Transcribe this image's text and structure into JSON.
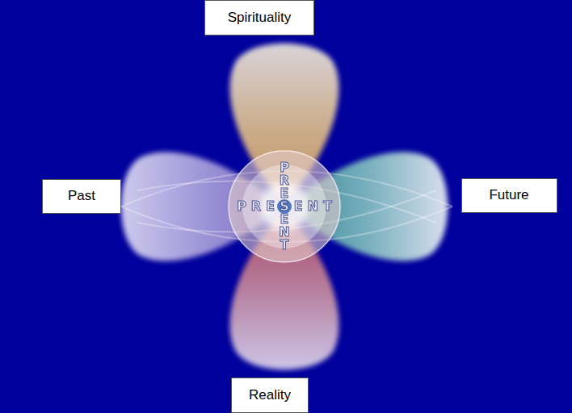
{
  "diagram": {
    "nodes": [
      {
        "text": [
          "Spirituality"
        ]
      },
      {
        "text": [
          "Past"
        ]
      },
      {
        "text": [
          "PRESENT",
          "PRESENT"
        ]
      },
      {
        "text": [
          "Future"
        ]
      },
      {
        "text": [
          "Reality"
        ]
      }
    ]
  }
}
